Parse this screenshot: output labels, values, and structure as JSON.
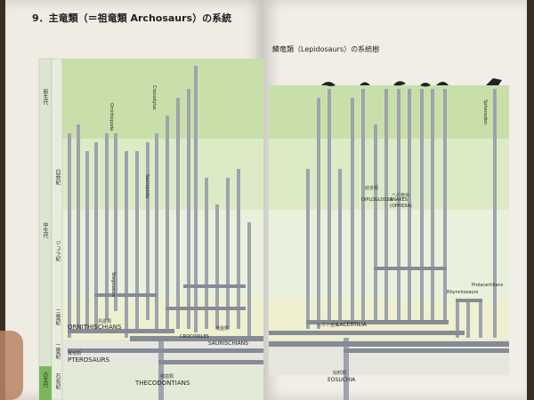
{
  "page": {
    "chapter_title": "9．主竜類（＝祖竜類 Archosaurs）の系統",
    "sub_title": "鱗竜類（Lepidosaurs）の系統樹"
  },
  "eras": [
    "新生代",
    "中生代",
    "古生代"
  ],
  "periods": [
    "白亜紀",
    "ジュラ紀",
    "三畳紀",
    "二畳紀",
    "石炭紀"
  ],
  "groups": {
    "ornithischians": "ORNITHISCHIANS",
    "ornithischians_jp": "鳥盤類",
    "saurischians": "SAURISCHIANS",
    "saurischians_jp": "竜盤類",
    "crocodiles": "CROCODILES",
    "crocodiles_jp": "ワニ類",
    "pterosaurs": "PTEROSAURS",
    "pterosaurs_jp": "翼竜類",
    "thecodontians": "THECODONTIANS",
    "thecodontians_jp": "槽歯類",
    "lacertilia": "LACERTILIA",
    "lacertilia_jp": "トカゲ亜目",
    "snakes": "SNAKES",
    "ophidia": "(OPHIDIA)",
    "snakes_jp": "ヘビ亜目",
    "diplogossa": "DIPLOGLOSSA",
    "diplogossa_jp": "結舌類",
    "eosuchia": "EOSUCHIA",
    "eosuchia_jp": "始鰐類",
    "rhynchosaurs": "Rhynchosaurs",
    "prolacertilians": "Prolacertilians",
    "sphenodon": "Sphenodon",
    "dinosaurs_left": [
      "Crocodylus",
      "Ornithopoda",
      "Sauropoda",
      "Stegosaurs"
    ]
  },
  "colors": {
    "band_green": "#c9dfaa",
    "band_light": "#dcebc6",
    "band_pale": "#e9f1dc",
    "band_yellow": "#eef0cf",
    "band_grey": "#e6e6df",
    "bar": "#9ea3ac",
    "bar_dark": "#868b95"
  }
}
